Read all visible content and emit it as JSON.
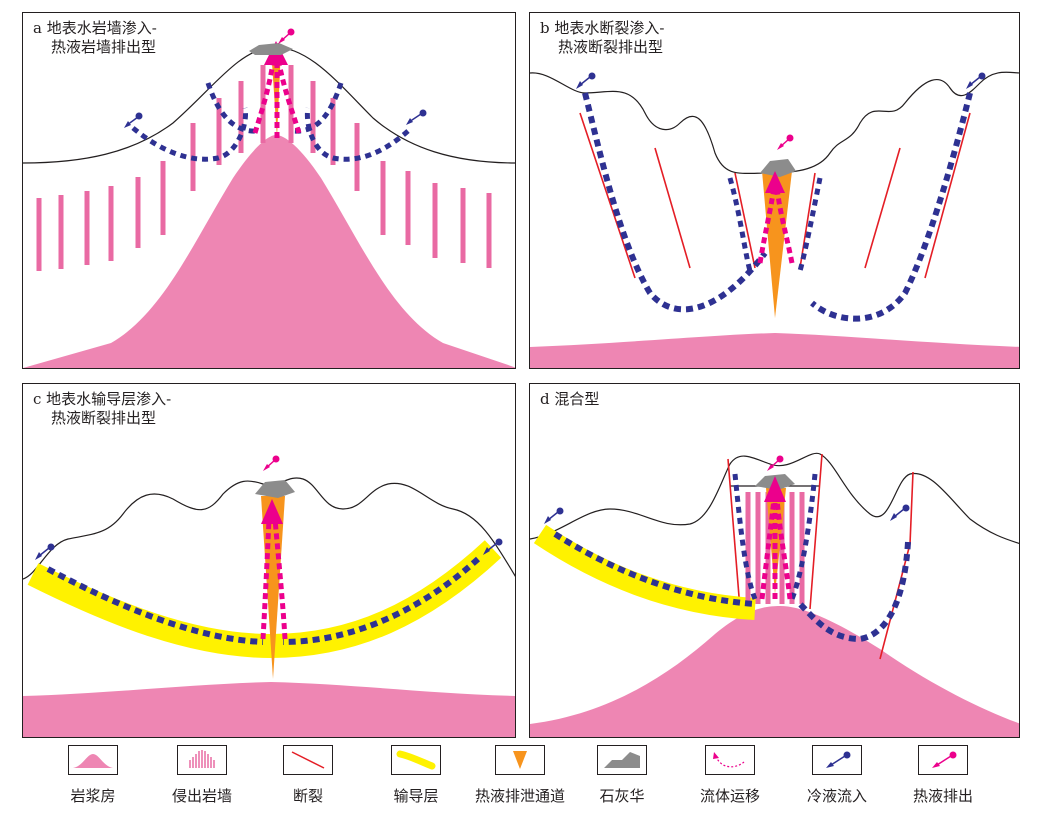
{
  "panels": [
    {
      "id": "a",
      "title_line1": "a 地表水岩墙渗入-",
      "title_line2": "热液岩墙排出型"
    },
    {
      "id": "b",
      "title_line1": "b 地表水断裂渗入-",
      "title_line2": "热液断裂排出型"
    },
    {
      "id": "c",
      "title_line1": "c 地表水输导层渗入-",
      "title_line2": "热液断裂排出型"
    },
    {
      "id": "d",
      "title_line1": "d 混合型",
      "title_line2": ""
    }
  ],
  "legend": [
    {
      "label": "岩浆房",
      "icon": "magma-chamber-icon"
    },
    {
      "label": "侵出岩墙",
      "icon": "intrusive-dike-icon"
    },
    {
      "label": "断裂",
      "icon": "fault-icon"
    },
    {
      "label": "输导层",
      "icon": "conduit-layer-icon"
    },
    {
      "label": "热液排泄通道",
      "icon": "hydrothermal-channel-icon"
    },
    {
      "label": "石灰华",
      "icon": "travertine-icon"
    },
    {
      "label": "流体运移",
      "icon": "fluid-migration-icon"
    },
    {
      "label": "冷液流入",
      "icon": "cold-inflow-icon"
    },
    {
      "label": "热液排出",
      "icon": "hot-outflow-icon"
    }
  ],
  "colors": {
    "magma": "#ee86b3",
    "dike": "#e96aa3",
    "fault": "#e41e26",
    "conduit": "#fff200",
    "channel": "#f7941d",
    "travertine": "#8c8c8c",
    "cold": "#2e3192",
    "hot": "#ec008c",
    "outline": "#231f20"
  }
}
